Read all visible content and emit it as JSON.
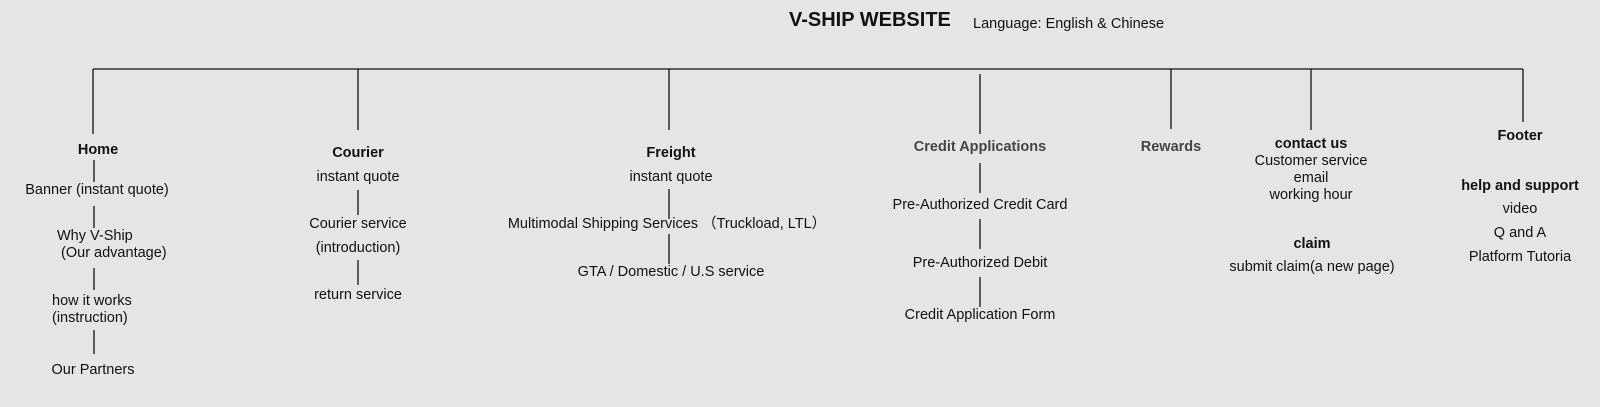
{
  "header": {
    "title": "V-SHIP WEBSITE",
    "language": "Language: English & Chinese"
  },
  "home": {
    "heading": "Home",
    "items": [
      "Banner (instant quote)",
      "Why V-Ship\n (Our advantage)",
      "how it works\n(instruction)",
      "Our Partners"
    ]
  },
  "courier": {
    "heading": "Courier",
    "items": [
      "instant quote",
      "Courier service",
      "(introduction)",
      "return service"
    ]
  },
  "freight": {
    "heading": "Freight",
    "items": [
      "instant quote",
      "Multimodal Shipping Services （Truckload, LTL）",
      "GTA / Domestic / U.S service"
    ]
  },
  "credit": {
    "heading": "Credit Applications",
    "items": [
      "Pre-Authorized Credit Card",
      "Pre-Authorized Debit",
      "Credit Application Form"
    ]
  },
  "rewards": {
    "heading": "Rewards"
  },
  "contact": {
    "heading": "contact us",
    "items": [
      "Customer service",
      "email",
      "working hour"
    ],
    "claim_heading": "claim",
    "claim_item": "submit claim(a new page)"
  },
  "footer": {
    "heading": "Footer",
    "sub_heading": "help and support",
    "items": [
      "video",
      "Q and A",
      "Platform Tutoria"
    ]
  }
}
